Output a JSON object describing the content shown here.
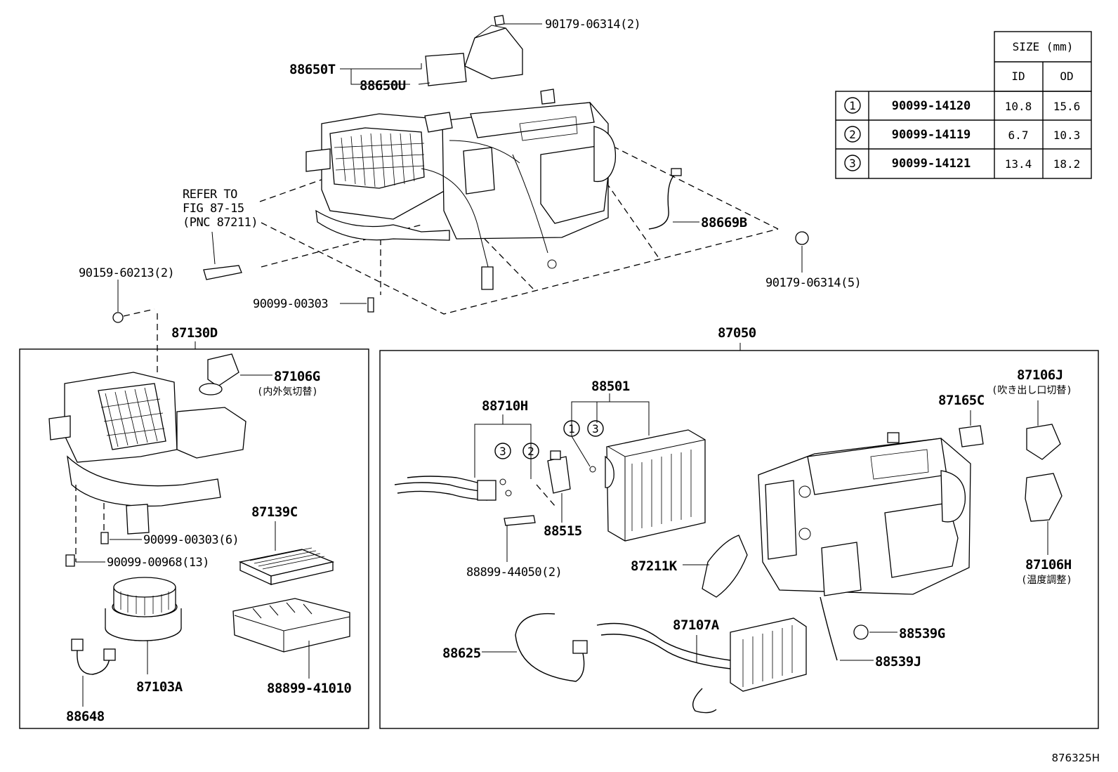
{
  "diagram_id": "876325H",
  "size_table": {
    "header": "SIZE (mm)",
    "col_id": "ID",
    "col_od": "OD",
    "rows": [
      {
        "mark": "1",
        "part": "90099-14120",
        "id": "10.8",
        "od": "15.6"
      },
      {
        "mark": "2",
        "part": "90099-14119",
        "id": "6.7",
        "od": "10.3"
      },
      {
        "mark": "3",
        "part": "90099-14121",
        "id": "13.4",
        "od": "18.2"
      }
    ]
  },
  "reference_note": {
    "line1": "REFER TO",
    "line2": "FIG 87-15",
    "line3": "(PNC 87211)"
  },
  "top_labels": {
    "p90179_top": "90179-06314(2)",
    "p88650T": "88650T",
    "p88650U": "88650U",
    "p88669B": "88669B",
    "p90179_right": "90179-06314(5)",
    "p90159": "90159-60213(2)",
    "p90099_00303": "90099-00303"
  },
  "left_box": {
    "title": "87130D",
    "p87106G": "87106G",
    "p87106G_note": "(内外気切替)",
    "p90099_00303_6": "90099-00303(6)",
    "p90099_00968": "90099-00968(13)",
    "p87139C": "87139C",
    "p87103A": "87103A",
    "p88899_41010": "88899-41010",
    "p88648": "88648"
  },
  "right_box": {
    "title": "87050",
    "p88710H": "88710H",
    "p88501": "88501",
    "p88515": "88515",
    "p88899_44050": "88899-44050(2)",
    "p87211K": "87211K",
    "p87165C": "87165C",
    "p87106J": "87106J",
    "p87106J_note": "(吹き出し口切替)",
    "p87106H": "87106H",
    "p87106H_note": "(温度調整)",
    "p88625": "88625",
    "p87107A": "87107A",
    "p88539G": "88539G",
    "p88539J": "88539J",
    "mark1": "1",
    "mark2": "2",
    "mark3": "3"
  }
}
